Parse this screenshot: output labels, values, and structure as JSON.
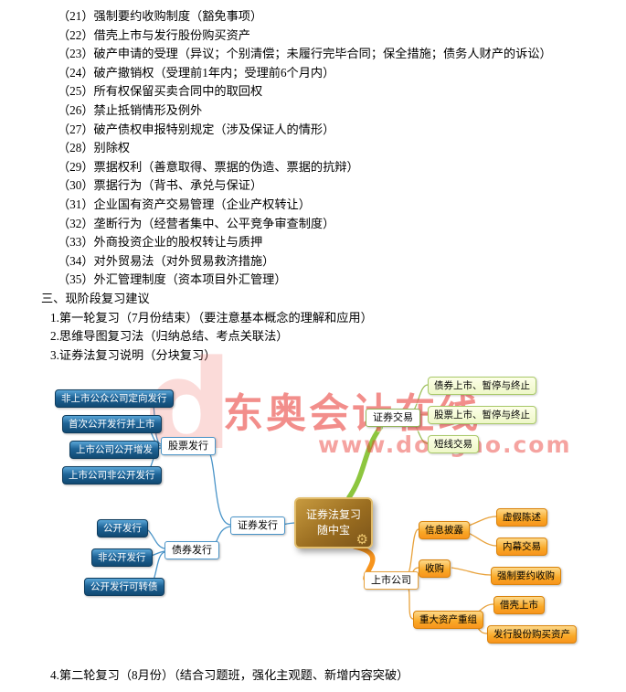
{
  "document": {
    "items": [
      "（21）强制要约收购制度（豁免事项）",
      "（22）借壳上市与发行股份购买资产",
      "（23）破产申请的受理（异议；个别清偿；未履行完毕合同；保全措施；债务人财产的诉讼）",
      "（24）破产撤销权（受理前1年内；受理前6个月内）",
      "（25）所有权保留买卖合同中的取回权",
      "（26）禁止抵销情形及例外",
      "（27）破产债权申报特别规定（涉及保证人的情形）",
      "（28）别除权",
      "（29）票据权利（善意取得、票据的伪造、票据的抗辩）",
      "（30）票据行为（背书、承兑与保证）",
      "（31）企业国有资产交易管理（企业产权转让）",
      "（32）垄断行为（经营者集中、公平竞争审查制度）",
      "（33）外商投资企业的股权转让与质押",
      "（34）对外贸易法（对外贸易救济措施）",
      "（35）外汇管理制度（资本项目外汇管理）"
    ],
    "section_heading": "三、现阶段复习建议",
    "notes": [
      "1.第一轮复习（7月份结束）（要注意基本概念的理解和应用）",
      "2.思维导图复习法（归纳总结、考点关联法）",
      "3.证券法复习说明（分块复习）"
    ],
    "note4": "4.第二轮复习（8月份）（结合习题班，强化主观题、新增内容突破）"
  },
  "mindmap": {
    "colors": {
      "branch_blue": "#1e6396",
      "branch_green": "#8dc63f",
      "branch_orange": "#f7941d",
      "center_gold": "#9a6d20",
      "watermark_red": "#e7302a"
    },
    "watermark": {
      "logo_letter": "d",
      "brand": "东奥会计在线",
      "url": "www.dongao.com"
    },
    "center": {
      "title_line1": "证券法复习",
      "title_line2": "随中宝",
      "gear_icon": "⚙"
    },
    "issuance": {
      "hub": "证券发行",
      "stock": {
        "label": "股票发行",
        "children": [
          "非上市公众公司定向发行",
          "首次公开发行并上市",
          "上市公司公开增发",
          "上市公司非公开发行"
        ]
      },
      "bond": {
        "label": "债券发行",
        "children": [
          "公开发行",
          "非公开发行",
          "公开发行可转债"
        ]
      }
    },
    "trading": {
      "label": "证券交易",
      "children": [
        "债券上市、暂停与终止",
        "股票上市、暂停与终止",
        "短线交易"
      ]
    },
    "listed": {
      "label": "上市公司",
      "groups": [
        {
          "label": "信息披露",
          "children": [
            "虚假陈述",
            "内幕交易"
          ]
        },
        {
          "label": "收购",
          "children": [
            "强制要约收购"
          ]
        },
        {
          "label": "重大资产重组",
          "children": [
            "借壳上市",
            "发行股份购买资产"
          ]
        }
      ]
    }
  }
}
